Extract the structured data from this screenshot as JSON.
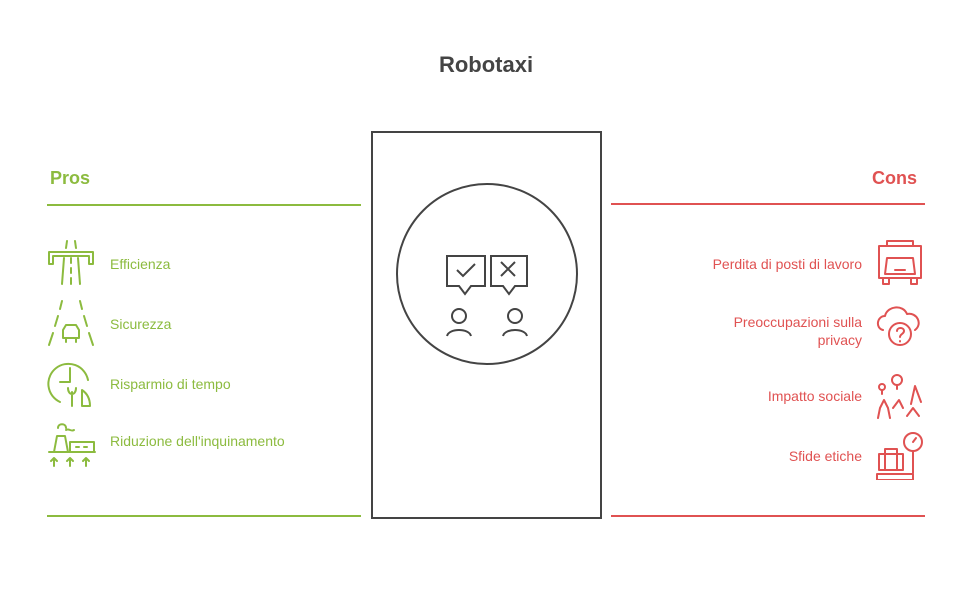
{
  "title": "Robotaxi",
  "colors": {
    "pros": "#8cbb3f",
    "cons": "#e05252",
    "center": "#444444"
  },
  "pros": {
    "label": "Pros",
    "items": [
      {
        "label": "Efficienza",
        "icon": "highway-icon"
      },
      {
        "label": "Sicurezza",
        "icon": "car-road-icon"
      },
      {
        "label": "Risparmio di tempo",
        "icon": "clock-nature-icon"
      },
      {
        "label": "Riduzione dell'inquinamento",
        "icon": "factory-icon"
      }
    ]
  },
  "cons": {
    "label": "Cons",
    "items": [
      {
        "label": "Perdita di posti di lavoro",
        "icon": "taxi-icon"
      },
      {
        "label": "Preoccupazioni sulla privacy",
        "icon": "cloud-question-icon"
      },
      {
        "label": "Impatto sociale",
        "icon": "community-icon"
      },
      {
        "label": "Sfide etiche",
        "icon": "scale-luggage-icon"
      }
    ]
  },
  "center": {
    "icon": "people-approve-reject-icon"
  }
}
